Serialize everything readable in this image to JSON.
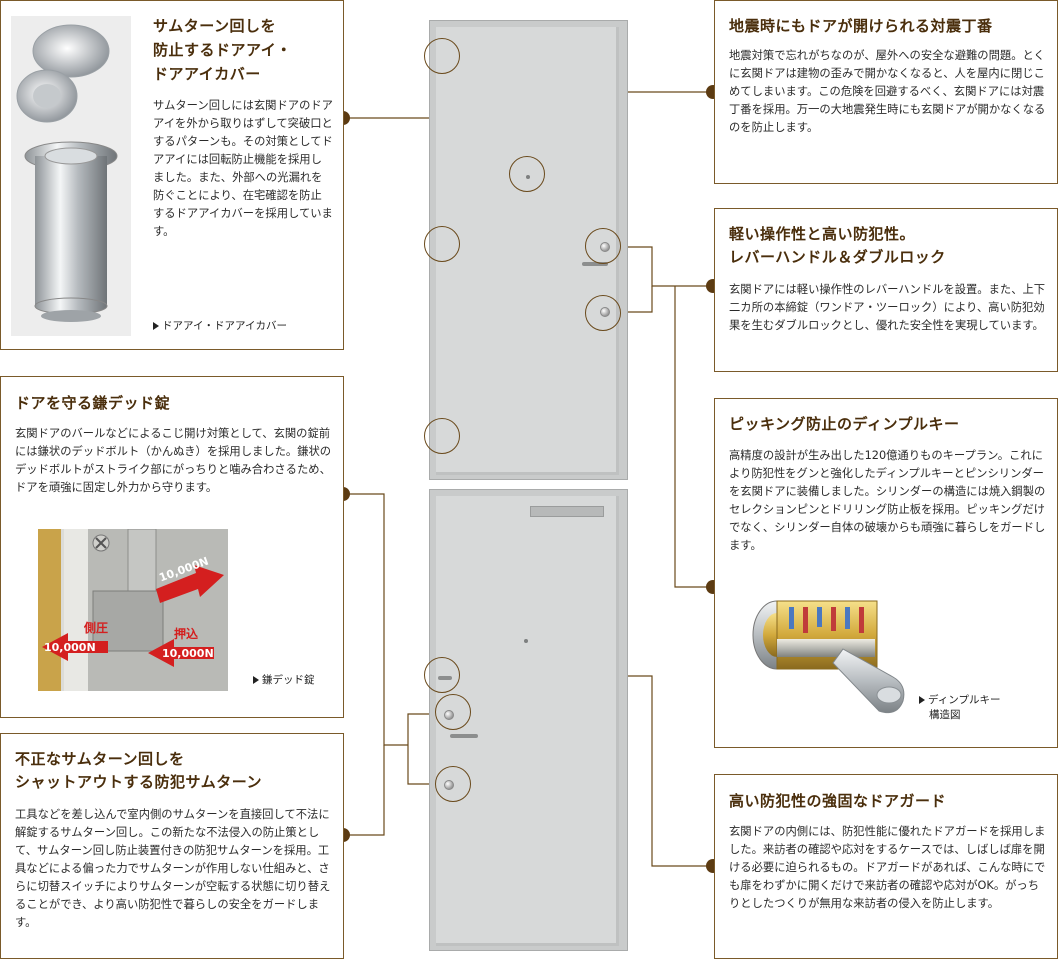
{
  "panels": {
    "door_eye": {
      "title_lines": [
        "サムターン回しを",
        "防止するドアアイ・",
        "ドアアイカバー"
      ],
      "body": "サムターン回しには玄関ドアのドアアイを外から取りはずして突破口とするパターンも。その対策としてドアアイには回転防止機能を採用しました。また、外部への光漏れを防ぐことにより、在宅確認を防止するドアアイカバーを採用しています。",
      "caption": "ドアアイ・ドアアイカバー"
    },
    "deadbolt": {
      "title": "ドアを守る鎌デッド錠",
      "body": "玄関ドアのバールなどによるこじ開け対策として、玄関の錠前には鎌状のデッドボルト（かんぬき）を採用しました。鎌状のデッドボルトがストライク部にがっちりと噛み合わさるため、ドアを頑強に固定し外力から守ります。",
      "caption": "鎌デッド錠",
      "photo_labels": [
        "10,000N",
        "側圧",
        "10,000N",
        "押込",
        "10,000N"
      ]
    },
    "thumb_turn": {
      "title_lines": [
        "不正なサムターン回しを",
        "シャットアウトする防犯サムターン"
      ],
      "body": "工具などを差し込んで室内側のサムターンを直接回して不法に解錠するサムターン回し。この新たな不法侵入の防止策として、サムターン回し防止装置付きの防犯サムターンを採用。工具などによる偏った力でサムターンが作用しない仕組みと、さらに切替スイッチによりサムターンが空転する状態に切り替えることができ、より高い防犯性で暮らしの安全をガードします。"
    },
    "quake_hinge": {
      "title": "地震時にもドアが開けられる対震丁番",
      "body": "地震対策で忘れがちなのが、屋外への安全な避難の問題。とくに玄関ドアは建物の歪みで開かなくなると、人を屋内に閉じこめてしまいます。この危険を回避するべく、玄関ドアには対震丁番を採用。万一の大地震発生時にも玄関ドアが開かなくなるのを防止します。"
    },
    "lever_lock": {
      "title_lines": [
        "軽い操作性と高い防犯性。",
        "レバーハンドル＆ダブルロック"
      ],
      "body": "玄関ドアには軽い操作性のレバーハンドルを設置。また、上下二カ所の本締錠（ワンドア・ツーロック）により、高い防犯効果を生むダブルロックとし、優れた安全性を実現しています。"
    },
    "dimple_key": {
      "title": "ピッキング防止のディンプルキー",
      "body": "高精度の設計が生み出した120億通りものキープラン。これにより防犯性をグンと強化したディンプルキーとピンシリンダーを玄関ドアに装備しました。シリンダーの構造には焼入鋼製のセレクションピンとドリリング防止板を採用。ピッキングだけでなく、シリンダー自体の破壊からも頑強に暮らしをガードします。",
      "caption_lines": [
        "ディンプルキー",
        "構造図"
      ]
    },
    "door_guard": {
      "title": "高い防犯性の強固なドアガード",
      "body": "玄関ドアの内側には、防犯性能に優れたドアガードを採用しました。来訪者の確認や応対をするケースでは、しばしば扉を開ける必要に迫られるもの。ドアガードがあれば、こんな時にでも扉をわずかに開くだけで来訪者の確認や応対がOK。がっちりとしたつくりが無用な来訪者の侵入を防止します。"
    }
  },
  "colors": {
    "accent_brown": "#5c3b12",
    "title_brown": "#4a2e0c",
    "border": "#7a5a2a",
    "door_gray": "#d7d9d9",
    "arrow_red": "#d41f1f"
  }
}
